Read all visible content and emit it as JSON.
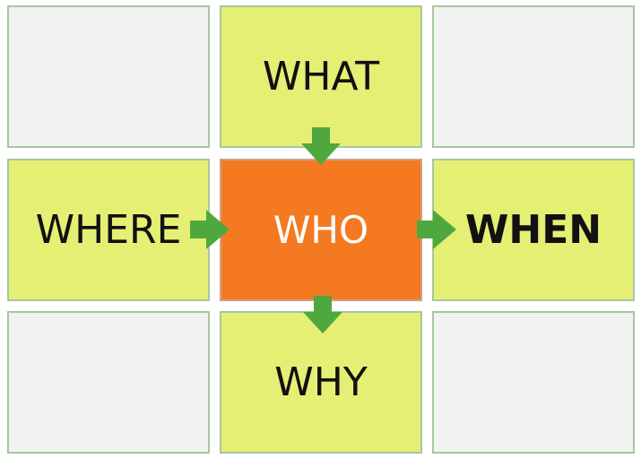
{
  "diagram": {
    "nodes": {
      "top": "WHAT",
      "left": "WHERE",
      "center": "WHO",
      "right": "WHEN",
      "bottom": "WHY"
    },
    "edges": [
      {
        "from": "WHAT",
        "to": "WHO",
        "direction": "down"
      },
      {
        "from": "WHERE",
        "to": "WHO",
        "direction": "right"
      },
      {
        "from": "WHO",
        "to": "WHEN",
        "direction": "right"
      },
      {
        "from": "WHO",
        "to": "WHY",
        "direction": "down"
      }
    ],
    "colors": {
      "empty_cell": "#f2f2f2",
      "node_fill": "#e5ef74",
      "center_fill": "#f47920",
      "center_text": "#ffffff",
      "arrow": "#4fa83d",
      "cell_border": "#a6c8a0"
    }
  }
}
